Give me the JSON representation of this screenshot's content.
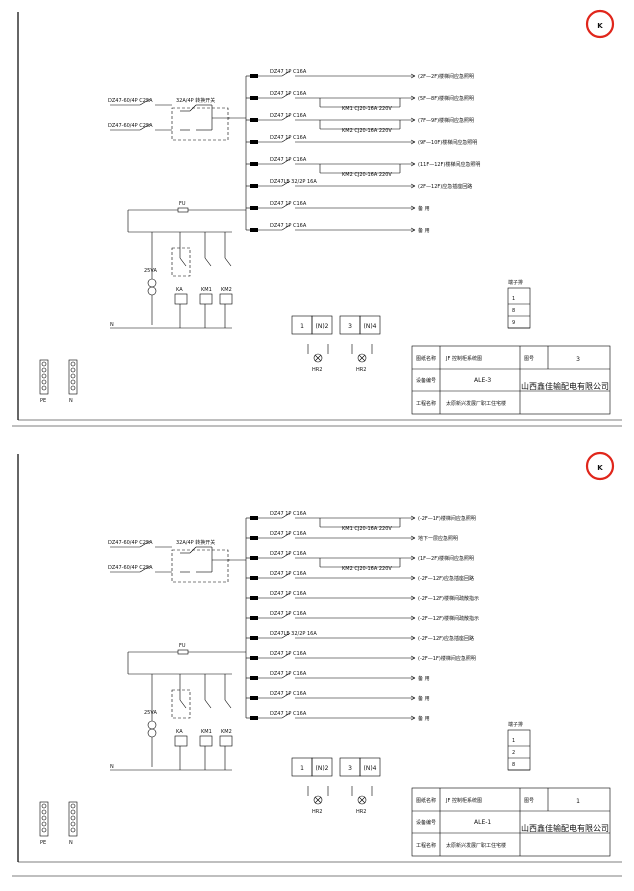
{
  "sheet1": {
    "title_block": {
      "label1": "图纸名称",
      "name1": "JF 控制柜系统图",
      "label2": "设备编号",
      "code": "ALE-3",
      "label3": "工程名称",
      "project": "太原新兴发展厂职工住宅楼",
      "label4": "图号",
      "sheet_no": "3",
      "company": "山西鑫佳输配电有限公司"
    },
    "breaker_main_a": "DZ47-60/4P C25A",
    "breaker_main_b": "DZ47-60/4P C25A",
    "ats_label": "32A/4P 转换开关",
    "branches": [
      {
        "breaker": "DZ47 1P C16A",
        "contactor": "",
        "desc": "(2F—2F)楼梯间应急照明"
      },
      {
        "breaker": "DZ47 1P C16A",
        "contactor": "KM1 CJ20-16A 220V",
        "desc": "(5F—8F)楼梯间应急照明"
      },
      {
        "breaker": "DZ47 1P C16A",
        "contactor": "KM2 CJ20-16A 220V",
        "desc": "(7F—9F)楼梯间应急照明"
      },
      {
        "breaker": "DZ47 1P C16A",
        "contactor": "",
        "desc": "(9F—10F)楼梯间应急照明"
      },
      {
        "breaker": "DZ47 1P C16A",
        "contactor": "KM2 CJ20-16A 220V",
        "desc": "(11F—12F)楼梯间应急照明"
      },
      {
        "breaker": "DZ47LE 32/2P 16A",
        "contactor": "",
        "desc": "(2F—12F)应急插座回路"
      },
      {
        "breaker": "DZ47 1P C16A",
        "contactor": "",
        "desc": "备 用"
      },
      {
        "breaker": "DZ47 1P C16A",
        "contactor": "",
        "desc": "备 用"
      }
    ],
    "fu_label": "FU",
    "coil_labels": [
      "KA",
      "KM1",
      "KM2"
    ],
    "transformer": "25VA",
    "terminals": [
      "1",
      "(N)2",
      "3",
      "(N)4"
    ],
    "lamps": [
      "HR2",
      "HR2"
    ],
    "terminal_block_title": "端子排",
    "terminal_numbers": [
      "1",
      "8",
      "9"
    ],
    "ground_labels": [
      "PE",
      "N"
    ]
  },
  "sheet2": {
    "title_block": {
      "label1": "图纸名称",
      "name1": "JF 控制柜系统图",
      "label2": "设备编号",
      "code": "ALE-1",
      "label3": "工程名称",
      "project": "太原新兴发展厂职工住宅楼",
      "label4": "图号",
      "sheet_no": "1",
      "company": "山西鑫佳输配电有限公司"
    },
    "breaker_main_a": "DZ47-60/4P C25A",
    "breaker_main_b": "DZ47-60/4P C25A",
    "ats_label": "32A/4P 转换开关",
    "branches": [
      {
        "breaker": "DZ47 1P C16A",
        "contactor": "KM1 CJ20-16A 220V",
        "desc": "(-2F—1F)楼梯间应急照明"
      },
      {
        "breaker": "DZ47 1P C16A",
        "contactor": "",
        "desc": "地下一层应急照明"
      },
      {
        "breaker": "DZ47 1P C16A",
        "contactor": "KM2 CJ20-16A 220V",
        "desc": "(1F—2F)楼梯间应急照明"
      },
      {
        "breaker": "DZ47 1P C16A",
        "contactor": "",
        "desc": "(-2F—12F)应急插座回路"
      },
      {
        "breaker": "DZ47 1P C16A",
        "contactor": "",
        "desc": "(-2F—12F)楼梯间疏散指示"
      },
      {
        "breaker": "DZ47 1P C16A",
        "contactor": "",
        "desc": "(-2F—12F)楼梯间疏散指示"
      },
      {
        "breaker": "DZ47LE 32/2P 16A",
        "contactor": "",
        "desc": "(-2F—12F)应急插座回路"
      },
      {
        "breaker": "DZ47 1P C16A",
        "contactor": "",
        "desc": "(-2F—1F)楼梯间应急照明"
      },
      {
        "breaker": "DZ47 1P C16A",
        "contactor": "",
        "desc": "备 用"
      },
      {
        "breaker": "DZ47 1P C16A",
        "contactor": "",
        "desc": "备 用"
      },
      {
        "breaker": "DZ47 1P C16A",
        "contactor": "",
        "desc": "备 用"
      }
    ],
    "fu_label": "FU",
    "coil_labels": [
      "KA",
      "KM1",
      "KM2"
    ],
    "transformer": "25VA",
    "terminals": [
      "1",
      "(N)2",
      "3",
      "(N)4"
    ],
    "lamps": [
      "HR2",
      "HR2"
    ],
    "terminal_block_title": "端子排",
    "terminal_numbers": [
      "1",
      "2",
      "8"
    ],
    "ground_labels": [
      "PE",
      "N"
    ]
  },
  "colors": {
    "line": "#000000",
    "logo": "#e0261b"
  }
}
